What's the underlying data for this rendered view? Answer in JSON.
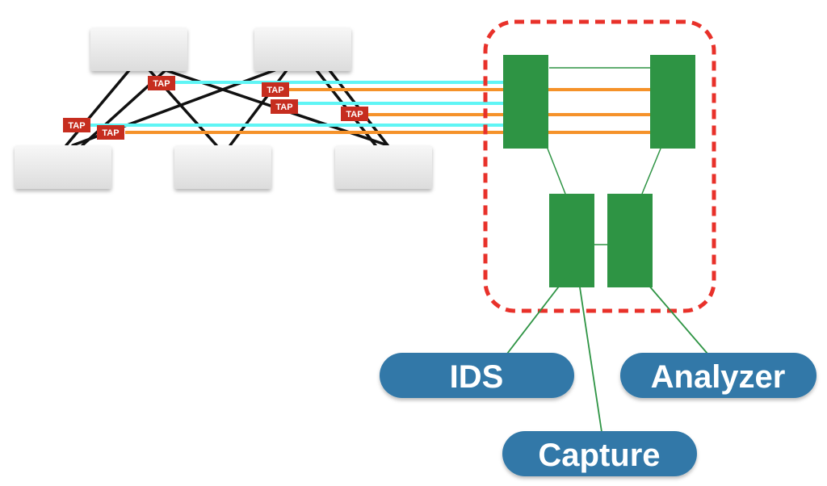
{
  "taps": {
    "tap_1": "TAP",
    "tap_2": "TAP",
    "tap_3": "TAP",
    "tap_4": "TAP",
    "tap_5": "TAP",
    "tap_6": "TAP"
  },
  "tools": {
    "ids": "IDS",
    "analyzer": "Analyzer",
    "capture": "Capture"
  },
  "colors": {
    "switch_fill": "#e4e4e4",
    "network_link": "#111111",
    "tap_fill": "#c62d1f",
    "cyan_link": "#5ff5f5",
    "orange_link": "#f5922a",
    "broker_fill": "#2e9444",
    "broker_link": "#2e9444",
    "dashed_border": "#e8312a",
    "tool_fill": "#3078a8"
  }
}
